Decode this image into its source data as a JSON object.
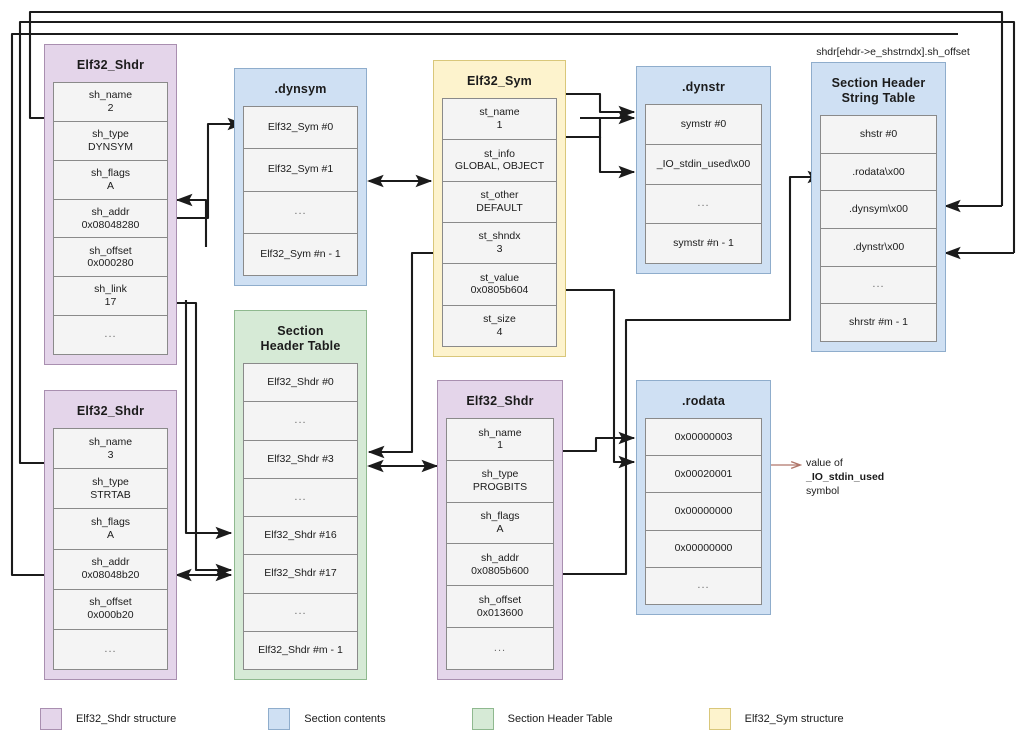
{
  "diagram": {
    "title": "ELF section header / symbol table relationship diagram",
    "colors": {
      "elf32_shdr": "#e4d5ea",
      "section_contents": "#cfe0f3",
      "section_header_table": "#d6ead6",
      "elf32_sym": "#fdf3cd",
      "wire": "#1b1b1b",
      "annotation_arrow": "#b0766a"
    }
  },
  "boxes": {
    "shdr_dynsym": {
      "title": "Elf32_Shdr",
      "rows": [
        {
          "key": "sh_name",
          "value": "2"
        },
        {
          "key": "sh_type",
          "value": "DYNSYM"
        },
        {
          "key": "sh_flags",
          "value": "A"
        },
        {
          "key": "sh_addr",
          "value": "0x08048280"
        },
        {
          "key": "sh_offset",
          "value": "0x000280"
        },
        {
          "key": "sh_link",
          "value": "17"
        },
        {
          "key": "...",
          "value": ""
        }
      ]
    },
    "shdr_dynstr": {
      "title": "Elf32_Shdr",
      "rows": [
        {
          "key": "sh_name",
          "value": "3"
        },
        {
          "key": "sh_type",
          "value": "STRTAB"
        },
        {
          "key": "sh_flags",
          "value": "A"
        },
        {
          "key": "sh_addr",
          "value": "0x08048b20"
        },
        {
          "key": "sh_offset",
          "value": "0x000b20"
        },
        {
          "key": "...",
          "value": ""
        }
      ]
    },
    "dynsym": {
      "title": ".dynsym",
      "rows": [
        {
          "key": "Elf32_Sym #0",
          "value": ""
        },
        {
          "key": "Elf32_Sym #1",
          "value": ""
        },
        {
          "key": "...",
          "value": ""
        },
        {
          "key": "Elf32_Sym #n - 1",
          "value": ""
        }
      ]
    },
    "section_header_table": {
      "title": "Section\nHeader Table",
      "title_line1": "Section",
      "title_line2": "Header Table",
      "rows": [
        {
          "key": "Elf32_Shdr #0",
          "value": ""
        },
        {
          "key": "...",
          "value": ""
        },
        {
          "key": "Elf32_Shdr #3",
          "value": ""
        },
        {
          "key": "...",
          "value": ""
        },
        {
          "key": "Elf32_Shdr #16",
          "value": ""
        },
        {
          "key": "Elf32_Shdr #17",
          "value": ""
        },
        {
          "key": "...",
          "value": ""
        },
        {
          "key": "Elf32_Shdr #m - 1",
          "value": ""
        }
      ]
    },
    "elf32_sym": {
      "title": "Elf32_Sym",
      "rows": [
        {
          "key": "st_name",
          "value": "1"
        },
        {
          "key": "st_info",
          "value": "GLOBAL, OBJECT"
        },
        {
          "key": "st_other",
          "value": "DEFAULT"
        },
        {
          "key": "st_shndx",
          "value": "3"
        },
        {
          "key": "st_value",
          "value": "0x0805b604"
        },
        {
          "key": "st_size",
          "value": "4"
        }
      ]
    },
    "shdr_rodata": {
      "title": "Elf32_Shdr",
      "rows": [
        {
          "key": "sh_name",
          "value": "1"
        },
        {
          "key": "sh_type",
          "value": "PROGBITS"
        },
        {
          "key": "sh_flags",
          "value": "A"
        },
        {
          "key": "sh_addr",
          "value": "0x0805b600"
        },
        {
          "key": "sh_offset",
          "value": "0x013600"
        },
        {
          "key": "...",
          "value": ""
        }
      ]
    },
    "dynstr": {
      "title": ".dynstr",
      "rows": [
        {
          "key": "symstr #0",
          "value": ""
        },
        {
          "key": "_IO_stdin_used\\x00",
          "value": ""
        },
        {
          "key": "...",
          "value": ""
        },
        {
          "key": "symstr #n - 1",
          "value": ""
        }
      ]
    },
    "rodata": {
      "title": ".rodata",
      "rows": [
        {
          "key": "0x00000003",
          "value": ""
        },
        {
          "key": "0x00020001",
          "value": ""
        },
        {
          "key": "0x00000000",
          "value": ""
        },
        {
          "key": "0x00000000",
          "value": ""
        },
        {
          "key": "...",
          "value": ""
        }
      ]
    },
    "shstrtab": {
      "title_line1": "Section Header",
      "title_line2": "String Table",
      "rows": [
        {
          "key": "shstr #0",
          "value": ""
        },
        {
          "key": ".rodata\\x00",
          "value": ""
        },
        {
          "key": ".dynsym\\x00",
          "value": ""
        },
        {
          "key": ".dynstr\\x00",
          "value": ""
        },
        {
          "key": "...",
          "value": ""
        },
        {
          "key": "shrstr #m - 1",
          "value": ""
        }
      ]
    }
  },
  "annotations": {
    "shstrndx_offset": "shdr[ehdr->e_shstrndx].sh_offset",
    "value_of_line1": "value of",
    "value_of_line2": "_IO_stdin_used",
    "value_of_line3": "symbol"
  },
  "legend": {
    "items": [
      {
        "swatch": "lav",
        "label": "Elf32_Shdr structure"
      },
      {
        "swatch": "blu",
        "label": "Section contents"
      },
      {
        "swatch": "grn",
        "label": "Section Header Table"
      },
      {
        "swatch": "yel",
        "label": "Elf32_Sym structure"
      }
    ]
  }
}
